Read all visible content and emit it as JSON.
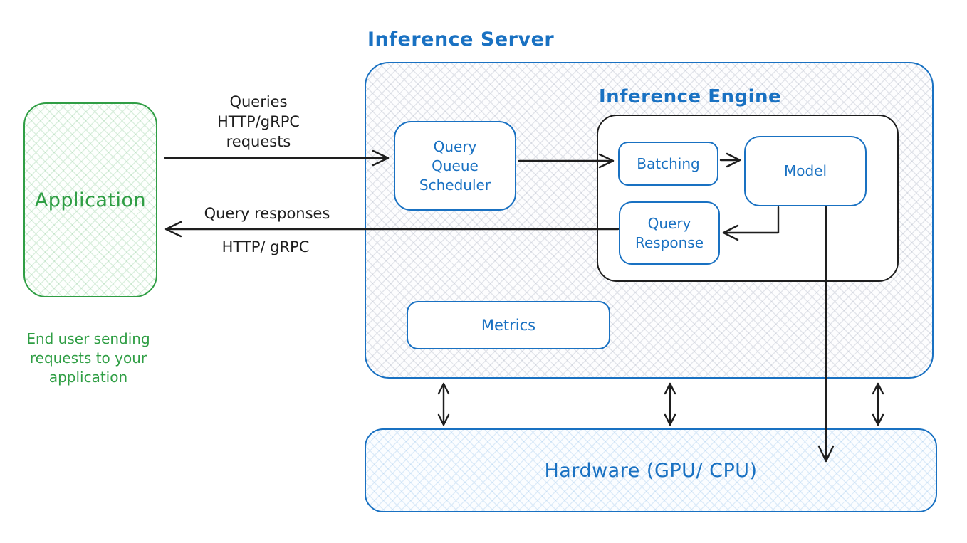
{
  "application": {
    "label": "Application",
    "caption_lines": [
      "End user sending",
      "requests to your",
      "application"
    ]
  },
  "flows": {
    "queries_label_lines": [
      "Queries",
      "HTTP/gRPC",
      "requests"
    ],
    "responses_label_top": "Query responses",
    "responses_label_bottom": "HTTP/ gRPC"
  },
  "inference_server": {
    "title": "Inference Server",
    "query_queue_scheduler_lines": [
      "Query",
      "Queue",
      "Scheduler"
    ],
    "metrics_label": "Metrics"
  },
  "inference_engine": {
    "title": "Inference Engine",
    "batching_label": "Batching",
    "model_label": "Model",
    "query_response_lines": [
      "Query",
      "Response"
    ]
  },
  "hardware": {
    "label": "Hardware (GPU/ CPU)"
  },
  "colors": {
    "blue": "#1971c2",
    "green": "#2f9e44",
    "stroke": "#1e1e1e"
  }
}
